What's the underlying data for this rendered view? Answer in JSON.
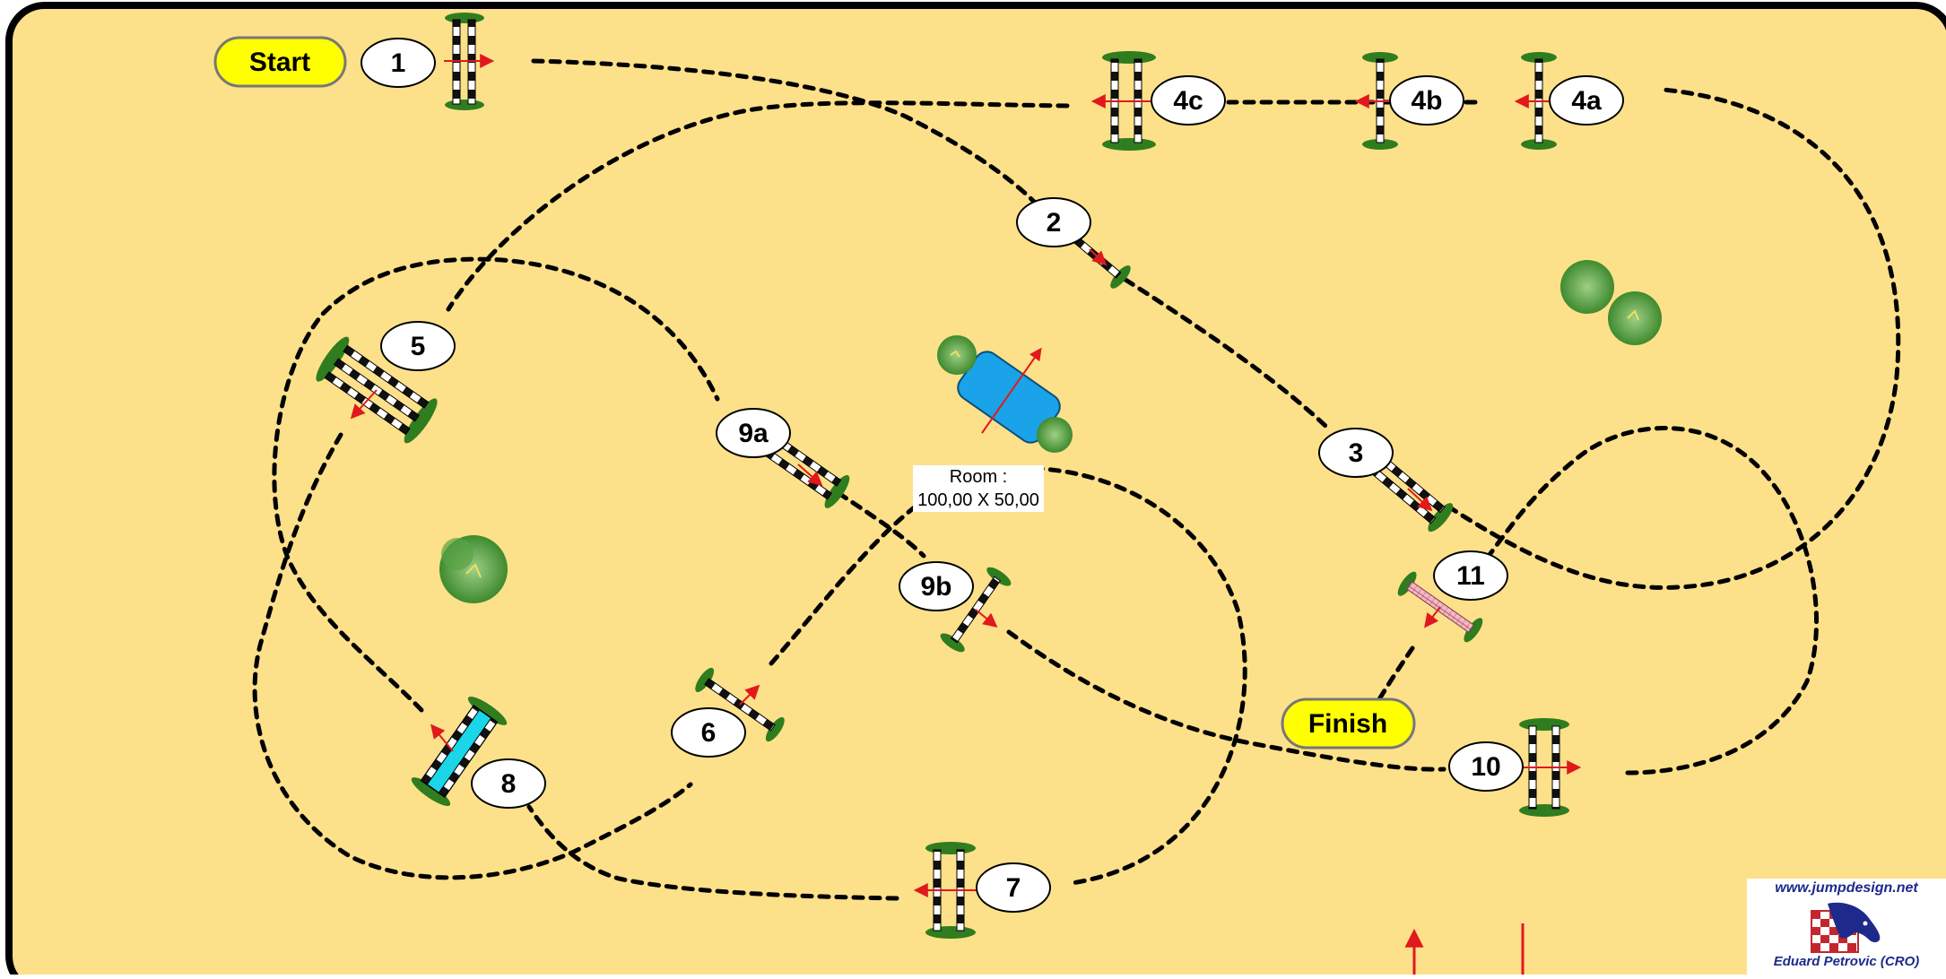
{
  "arena": {
    "background": "#fde08a",
    "border": "#000000",
    "path_color": "#000000",
    "arrow_color": "#e0191d",
    "room_label": "Room :",
    "room_size": "100,00 X 50,00"
  },
  "labels": {
    "start": "Start",
    "finish": "Finish",
    "label_color": "#ffff00"
  },
  "obstacles": [
    {
      "id": "1",
      "type": "oxer"
    },
    {
      "id": "2",
      "type": "vertical"
    },
    {
      "id": "3",
      "type": "oxer"
    },
    {
      "id": "4a",
      "type": "vertical"
    },
    {
      "id": "4b",
      "type": "vertical"
    },
    {
      "id": "4c",
      "type": "oxer"
    },
    {
      "id": "5",
      "type": "triple-bar"
    },
    {
      "id": "6",
      "type": "vertical"
    },
    {
      "id": "7",
      "type": "oxer"
    },
    {
      "id": "8",
      "type": "water-oxer"
    },
    {
      "id": "9a",
      "type": "oxer"
    },
    {
      "id": "9b",
      "type": "vertical"
    },
    {
      "id": "10",
      "type": "oxer"
    },
    {
      "id": "11",
      "type": "wall"
    }
  ],
  "credit": {
    "url": "www.jumpdesign.net",
    "author": "Eduard Petrovic (CRO)"
  }
}
